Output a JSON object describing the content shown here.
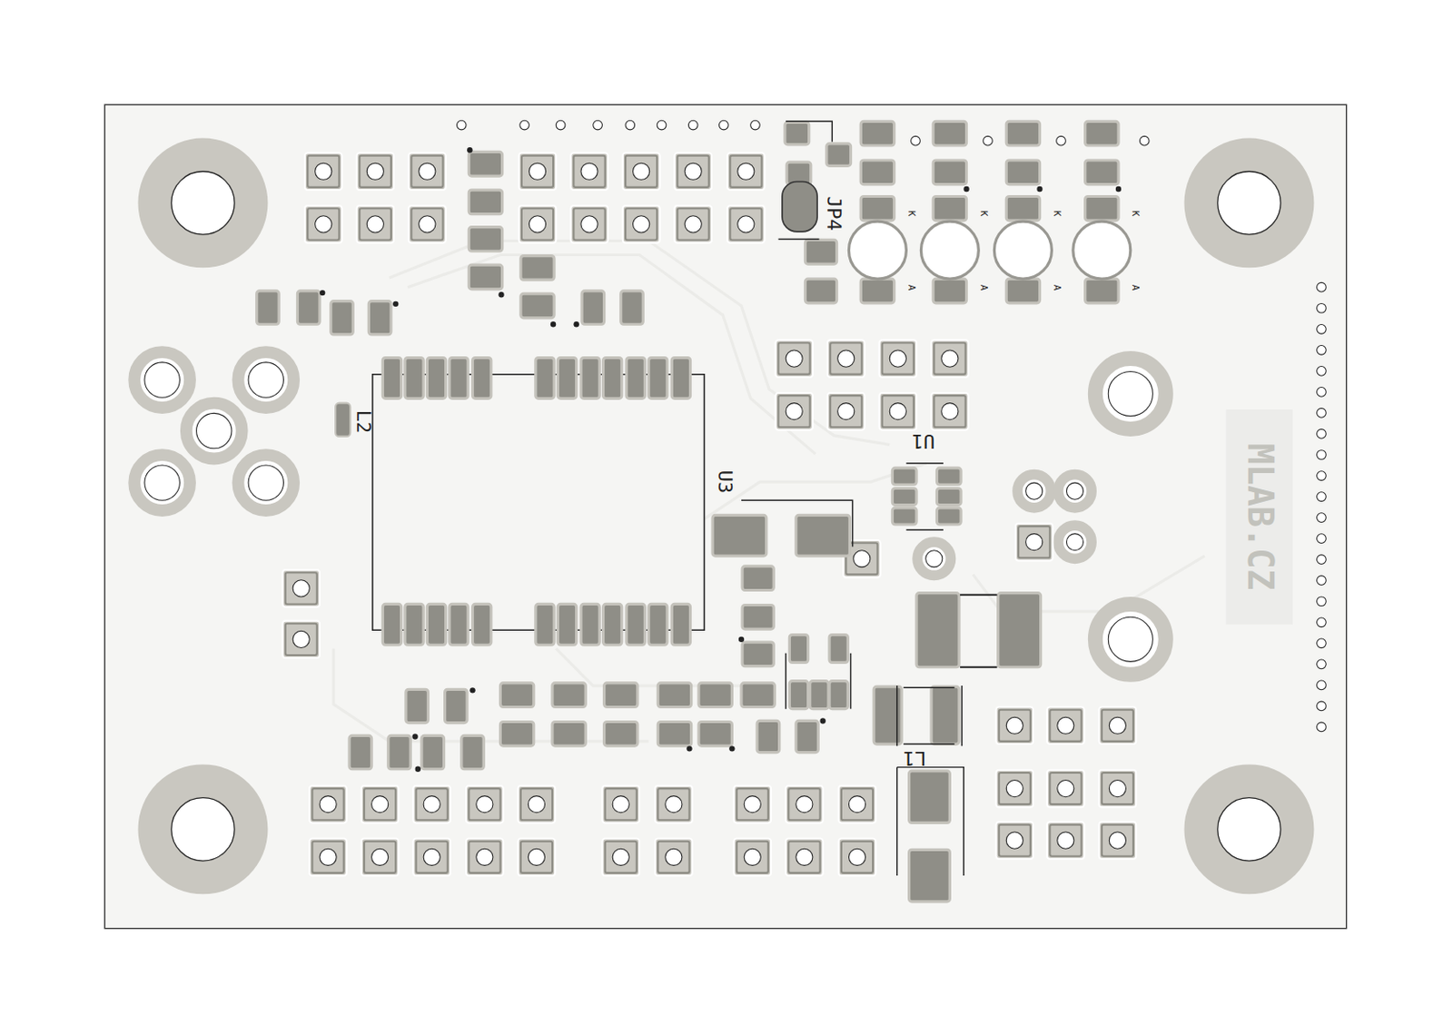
{
  "diagram": {
    "labels": [
      "JP4",
      "K",
      "K",
      "K",
      "K",
      "A",
      "A",
      "A",
      "A",
      "L2",
      "U3",
      "U1",
      "L1",
      "MLAB.CZ"
    ]
  }
}
